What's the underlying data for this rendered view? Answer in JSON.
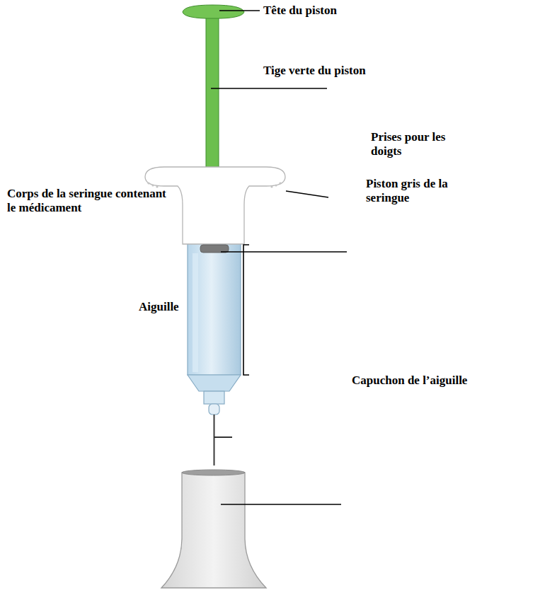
{
  "diagram": {
    "labels": [
      "Tête du piston",
      "Tige verte du piston",
      "Prises pour les doigts",
      "Piston gris de la seringue",
      "Corps de la seringue contenant le médicament",
      "Aiguille",
      "Capuchon de l’aiguille"
    ]
  }
}
